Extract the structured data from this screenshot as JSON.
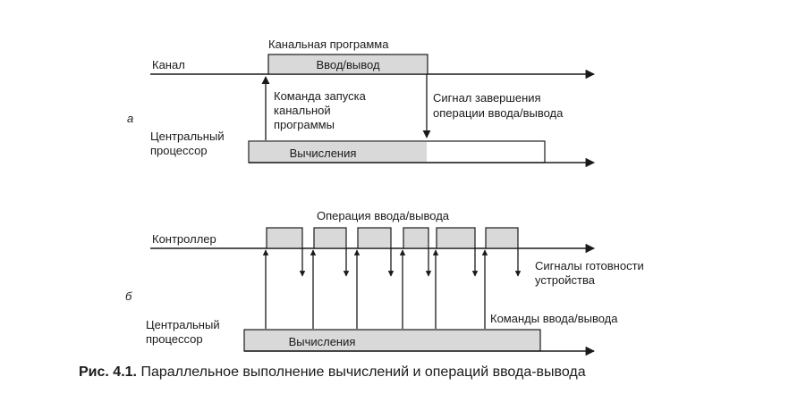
{
  "panel_a": {
    "letter": "а",
    "channel_program_label": "Канальная программа",
    "channel_axis_label": "Канал",
    "io_box_label": "Ввод/вывод",
    "start_command_label": [
      "Команда запуска",
      "канальной",
      "программы"
    ],
    "completion_signal_label": [
      "Сигнал завершения",
      "операции ввода/вывода"
    ],
    "cpu_label": [
      "Центральный",
      "процессор"
    ],
    "compute_box_label": "Вычисления"
  },
  "panel_b": {
    "letter": "б",
    "io_operation_label": "Операция ввода/вывода",
    "controller_axis_label": "Контроллер",
    "ready_signals_label": [
      "Сигналы готовности",
      "устройства"
    ],
    "io_commands_label": "Команды ввода/вывода",
    "cpu_label": [
      "Центральный",
      "процессор"
    ],
    "compute_box_label": "Вычисления"
  },
  "caption": {
    "number": "Рис. 4.1.",
    "text": "Параллельное выполнение вычислений и операций ввода-вывода"
  }
}
